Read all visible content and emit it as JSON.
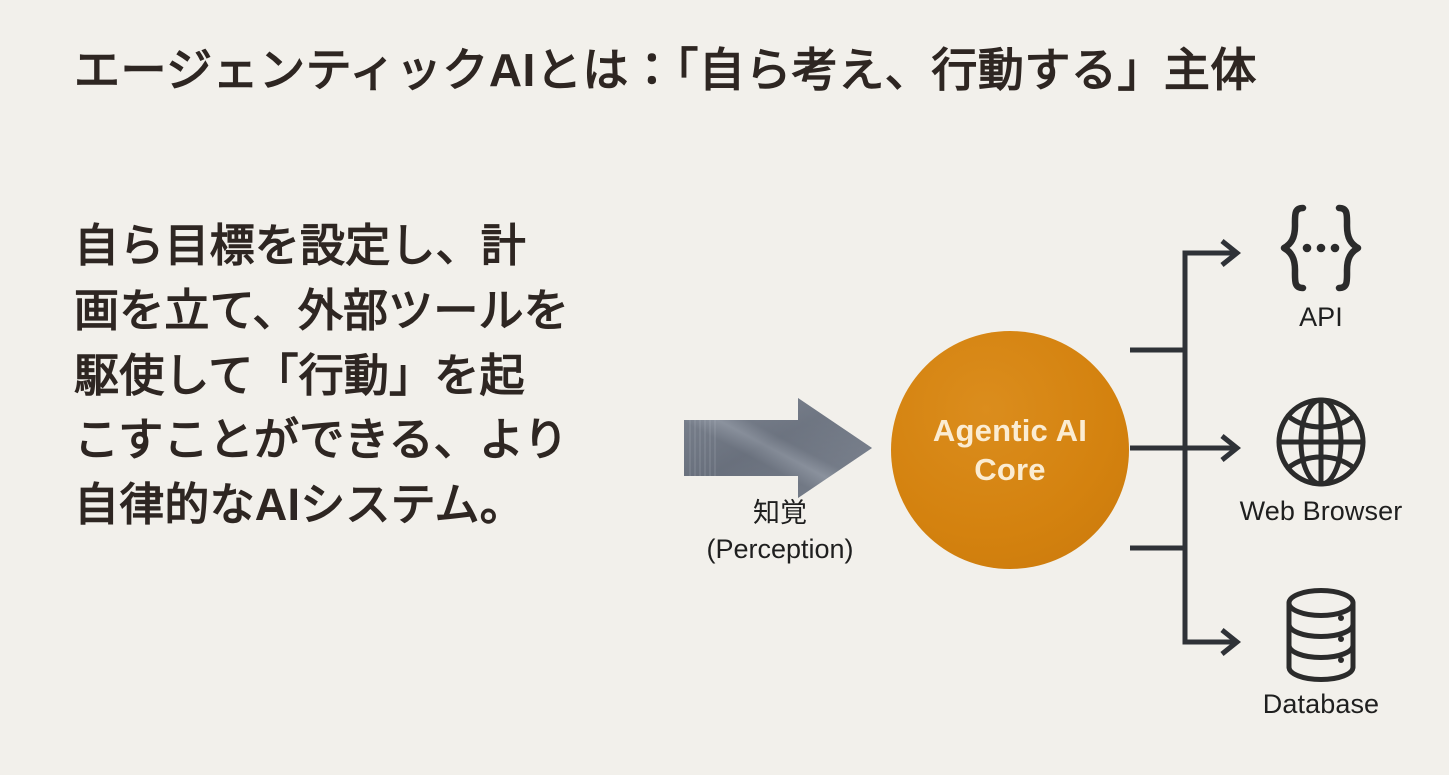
{
  "slide": {
    "background_color": "#f2f0eb",
    "text_color": "#2e2622",
    "accent_color": "#d4820f",
    "arrow_color": "#6b7585",
    "line_color": "#2f3237"
  },
  "title": "エージェンティックAIとは：「自ら考え、行動する」主体",
  "body": {
    "lines": [
      "自ら目標を設定し、計",
      "画を立て、外部ツールを",
      "駆使して「行動」を起",
      "こすことができる、より",
      "自律的なAIシステム。"
    ]
  },
  "diagram": {
    "input": {
      "icon": "right-arrow-icon",
      "label_lines": [
        "知覚",
        "(Perception)"
      ]
    },
    "core": {
      "label_lines": [
        "Agentic AI",
        "Core"
      ],
      "fill_color": "#d4820f",
      "text_color": "#fbecd2"
    },
    "tools": [
      {
        "id": "api",
        "icon": "curly-braces-icon",
        "label": "API"
      },
      {
        "id": "browser",
        "icon": "globe-icon",
        "label": "Web Browser"
      },
      {
        "id": "database",
        "icon": "database-icon",
        "label": "Database"
      }
    ]
  }
}
